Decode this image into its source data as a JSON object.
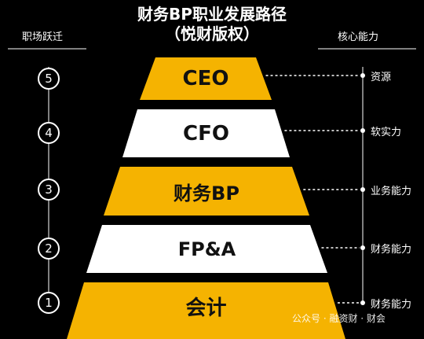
{
  "title": {
    "line1": "财务BP职业发展路径",
    "line2": "（悦财版权）"
  },
  "left_header": "职场跃迁",
  "right_header": "核心能力",
  "colors": {
    "background": "#000000",
    "yellow": "#F5B301",
    "white": "#FFFFFF",
    "text_dark": "#111111"
  },
  "tiers": [
    {
      "label": "CEO",
      "step": "5",
      "skill": "资源",
      "fill": "yellow"
    },
    {
      "label": "CFO",
      "step": "4",
      "skill": "软实力",
      "fill": "white"
    },
    {
      "label": "财务BP",
      "step": "3",
      "skill": "业务能力",
      "fill": "yellow"
    },
    {
      "label": "FP&A",
      "step": "2",
      "skill": "财务能力",
      "fill": "white"
    },
    {
      "label": "会计",
      "step": "1",
      "skill": "财务能力",
      "fill": "yellow"
    }
  ],
  "watermark": "公众号 · 融资财 · 财会"
}
